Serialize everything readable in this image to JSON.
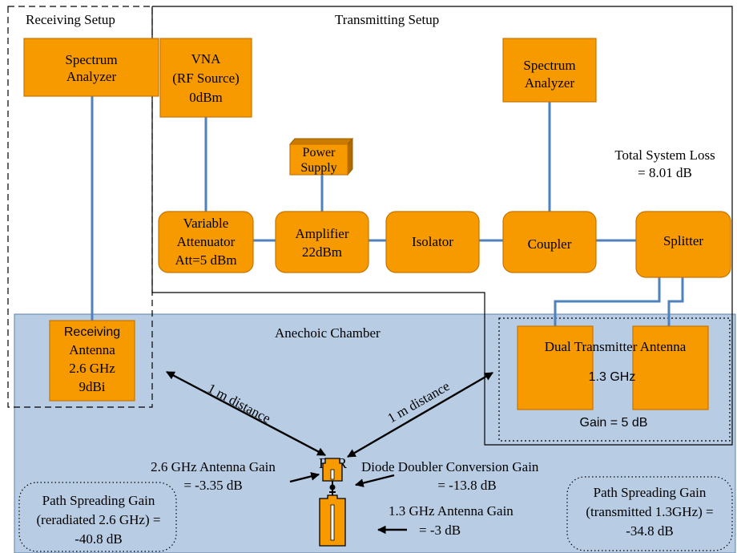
{
  "colors": {
    "chamber": "#b8cce4",
    "box_fill": "#f79a00",
    "wire": "#4f81bd"
  },
  "regions": {
    "receiving": "Receiving Setup",
    "transmitting": "Transmitting Setup",
    "chamber": "Anechoic Chamber"
  },
  "rx": {
    "spectrum_1": "Spectrum",
    "spectrum_2": "Analyzer",
    "antenna_1": "Receiving",
    "antenna_2": "Antenna",
    "antenna_3": "2.6 GHz",
    "antenna_4": "9dBi"
  },
  "tx": {
    "vna_1": "VNA",
    "vna_2": "(RF Source)",
    "vna_3": "0dBm",
    "power_1": "Power",
    "power_2": "Supply",
    "atten_1": "Variable",
    "atten_2": "Attenuator",
    "atten_3": "Att=5 dBm",
    "amp_1": "Amplifier",
    "amp_2": "22dBm",
    "isolator": "Isolator",
    "coupler": "Coupler",
    "splitter": "Splitter",
    "spectrum_1": "Spectrum",
    "spectrum_2": "Analyzer",
    "loss_1": "Total System Loss",
    "loss_2": "= 8.01 dB"
  },
  "chamber": {
    "dual_antenna": "Dual Transmitter Antenna",
    "freq": "1.3 GHz",
    "gain": "Gain = 5 dB",
    "distance_left": "1 m distance",
    "distance_right": "1 m distance",
    "fdr": "FDR",
    "ant26_1": "2.6 GHz Antenna Gain",
    "ant26_2": "= -3.35 dB",
    "diode_1": "Diode Doubler Conversion Gain",
    "diode_2": "= -13.8 dB",
    "ant13_1": "1.3 GHz Antenna Gain",
    "ant13_2": "= -3 dB",
    "psl_1": "Path Spreading Gain",
    "psl_2": "(reradiated 2.6 GHz) =",
    "psl_3": "-40.8 dB",
    "psr_1": "Path Spreading Gain",
    "psr_2": "(transmitted 1.3GHz) =",
    "psr_3": "-34.8 dB"
  }
}
